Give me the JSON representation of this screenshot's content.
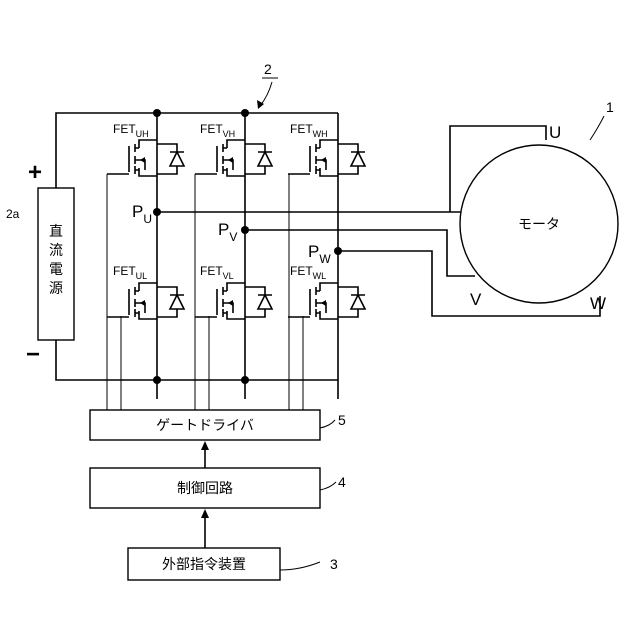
{
  "ref": {
    "inverter": "2",
    "motor": "1",
    "power_supply": "2a",
    "gate_driver": "5",
    "control": "4",
    "external": "3"
  },
  "power_supply": {
    "label_chars": [
      "直",
      "流",
      "電",
      "源"
    ],
    "plus": "+",
    "minus": "−"
  },
  "motor": {
    "label": "モータ",
    "terminals": {
      "u": "U",
      "v": "V",
      "w": "W"
    }
  },
  "nodes": {
    "pu": {
      "main": "P",
      "sub": "U"
    },
    "pv": {
      "main": "P",
      "sub": "V"
    },
    "pw": {
      "main": "P",
      "sub": "W"
    }
  },
  "fets": {
    "uh": {
      "main": "FET",
      "sub": "UH"
    },
    "vh": {
      "main": "FET",
      "sub": "VH"
    },
    "wh": {
      "main": "FET",
      "sub": "WH"
    },
    "ul": {
      "main": "FET",
      "sub": "UL"
    },
    "vl": {
      "main": "FET",
      "sub": "VL"
    },
    "wl": {
      "main": "FET",
      "sub": "WL"
    }
  },
  "blocks": {
    "gate_driver": "ゲートドライバ",
    "control": "制御回路",
    "external": "外部指令装置"
  }
}
